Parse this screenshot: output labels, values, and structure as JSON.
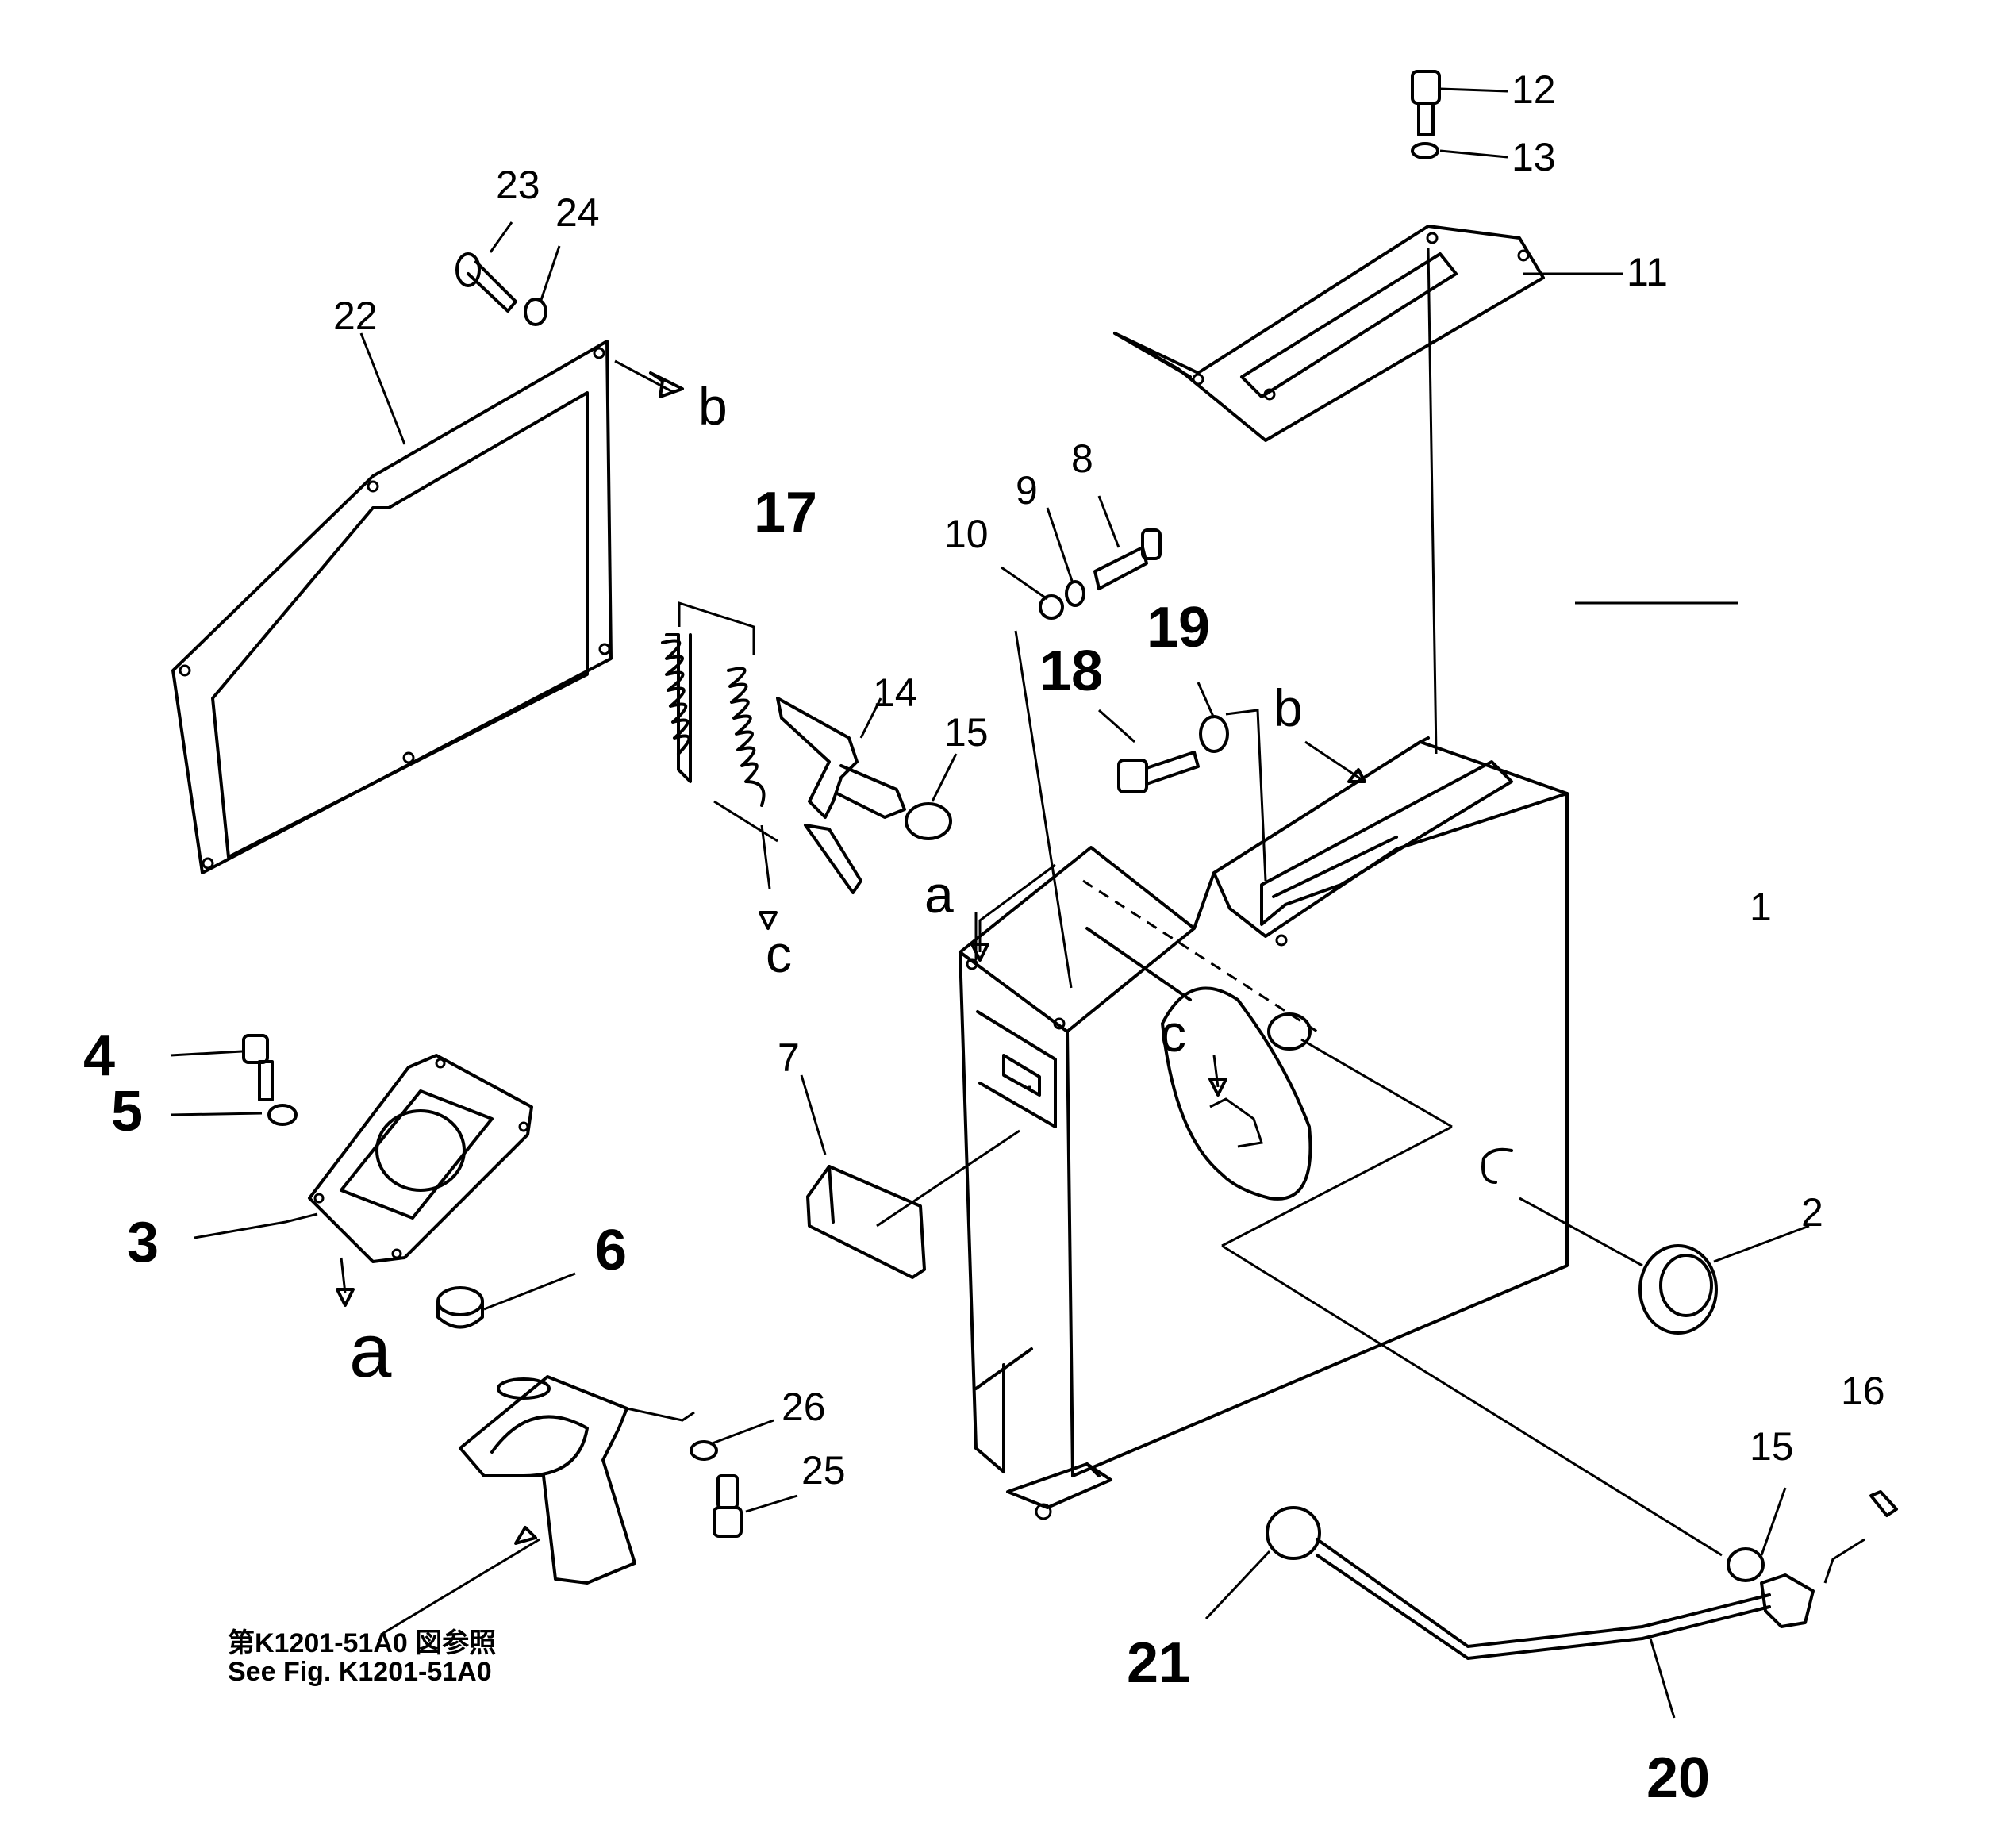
{
  "part_labels": {
    "p1": "1",
    "p2": "2",
    "p3": "3",
    "p4": "4",
    "p5": "5",
    "p6": "6",
    "p7": "7",
    "p8": "8",
    "p9": "9",
    "p10": "10",
    "p11": "11",
    "p12": "12",
    "p13": "13",
    "p14": "14",
    "p15a": "15",
    "p15b": "15",
    "p16": "16",
    "p17": "17",
    "p18": "18",
    "p19": "19",
    "p20": "20",
    "p21": "21",
    "p22": "22",
    "p23": "23",
    "p24": "24",
    "p25": "25",
    "p26": "26"
  },
  "view_markers": {
    "a_top": "a",
    "a_bottom": "a",
    "b_top": "b",
    "b_right": "b",
    "c_left": "c",
    "c_cutaway": "c"
  },
  "reference": {
    "line1": "第K1201-51A0 図参照",
    "line2": "See Fig. K1201-51A0"
  }
}
